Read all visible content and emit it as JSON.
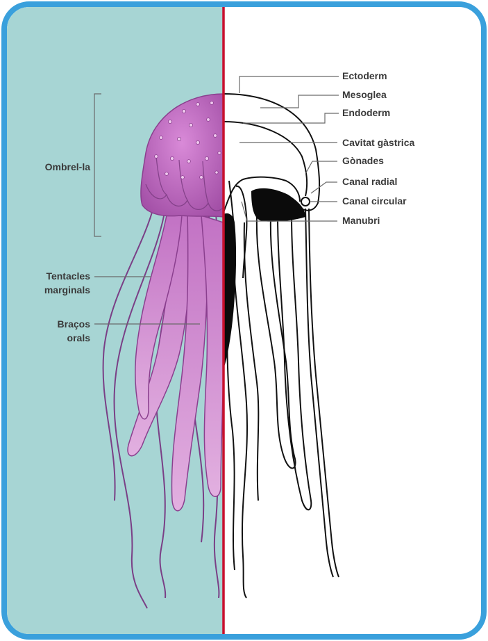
{
  "colors": {
    "border": "#3aa0dc",
    "left_bg": "#a7d5d4",
    "right_bg": "#ffffff",
    "divider": "#c8102e",
    "jelly_pink": "#c66cc8",
    "jelly_dark": "#8a3f8e",
    "line": "#3a3a3a"
  },
  "labels_left": {
    "umbrella": "Ombrel-la",
    "tentacles_1": "Tentacles",
    "tentacles_2": "marginals",
    "arms_1": "Braços",
    "arms_2": "orals"
  },
  "labels_right": {
    "ectoderm": "Ectoderm",
    "mesoglea": "Mesoglea",
    "endoderm": "Endoderm",
    "gastric_cavity": "Cavitat gàstrica",
    "gonads": "Gònades",
    "radial_canal": "Canal radial",
    "circular_canal": "Canal circular",
    "manubrium": "Manubri"
  }
}
